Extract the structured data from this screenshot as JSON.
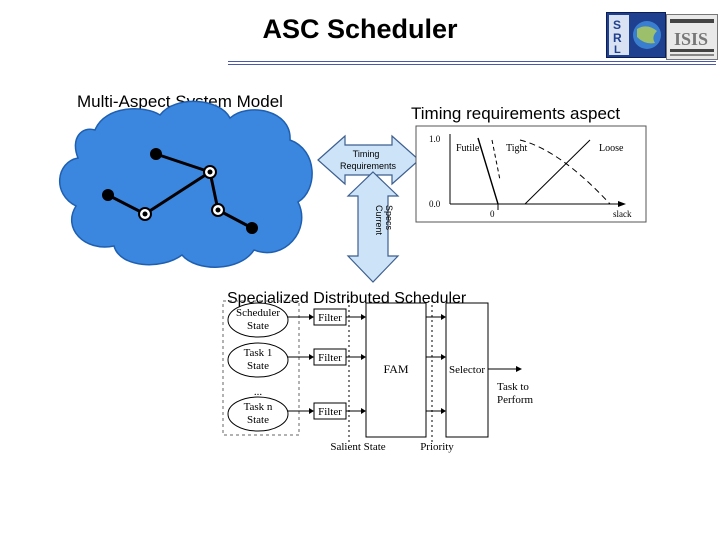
{
  "slide": {
    "title": "ASC Scheduler",
    "multi_aspect_label": "Multi-Aspect System Model",
    "timing_aspect_label": "Timing requirements aspect",
    "arrow_label_line1": "Timing",
    "arrow_label_line2": "Requirements",
    "vertical_arrow_label_line1": "Current",
    "vertical_arrow_label_line2": "Specs",
    "scheduler_title": "Specialized Distributed Scheduler"
  },
  "timing_chart": {
    "y_top": "1.0",
    "y_bottom": "0.0",
    "x_origin": "0",
    "x_label": "slack",
    "curves": [
      "Futile",
      "Tight",
      "Loose"
    ]
  },
  "scheduler": {
    "states": [
      {
        "line1": "Scheduler",
        "line2": "State"
      },
      {
        "line1": "Task 1",
        "line2": "State"
      },
      {
        "line1": "Task n",
        "line2": "State"
      }
    ],
    "ellipsis": "...",
    "filters": [
      "Filter",
      "Filter",
      "Filter"
    ],
    "fam": "FAM",
    "selector": "Selector",
    "output_line1": "Task to",
    "output_line2": "Perform",
    "salient_state": "Salient State",
    "priority": "Priority"
  },
  "colors": {
    "cloud_fill": "#3b87e0",
    "arrow_fill": "#cde3f7",
    "arrow_stroke": "#3d5f8f",
    "rule": "#4a5aa8"
  },
  "logos": [
    "logo-srl",
    "logo-isis"
  ]
}
